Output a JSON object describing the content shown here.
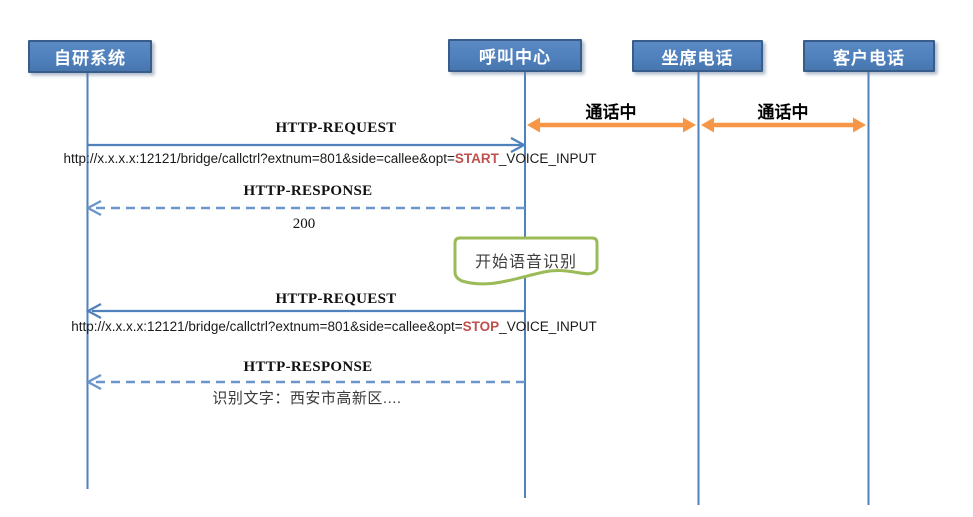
{
  "diagram": {
    "actors": [
      {
        "label": "自研系统"
      },
      {
        "label": "呼叫中心"
      },
      {
        "label": "坐席电话"
      },
      {
        "label": "客户电话"
      }
    ],
    "call_status": [
      {
        "label": "通话中"
      },
      {
        "label": "通话中"
      }
    ],
    "messages": {
      "request1": {
        "label": "HTTP-REQUEST",
        "url_prefix": "http://x.x.x.x:12121/bridge/callctrl?extnum=801&side=callee&opt=",
        "url_highlight": "START",
        "url_suffix": "_VOICE_INPUT"
      },
      "response1": {
        "label": "HTTP-RESPONSE",
        "body": "200"
      },
      "note": {
        "label": "开始语音识别"
      },
      "request2": {
        "label": "HTTP-REQUEST",
        "url_prefix": "http://x.x.x.x:12121/bridge/callctrl?extnum=801&side=callee&opt=",
        "url_highlight": "STOP",
        "url_suffix": "_VOICE_INPUT"
      },
      "response2": {
        "label": "HTTP-RESPONSE",
        "body": "识别文字：西安市高新区...."
      }
    },
    "colors": {
      "actor_fill": "#4f81bd",
      "actor_border": "#385d8a",
      "solid_arrow_blue": "#4f81bd",
      "dashed_arrow_blue": "#6b96cc",
      "call_arrow_orange": "#f79646",
      "note_border_green": "#9bbb59",
      "url_highlight_red": "#c0504d"
    }
  }
}
